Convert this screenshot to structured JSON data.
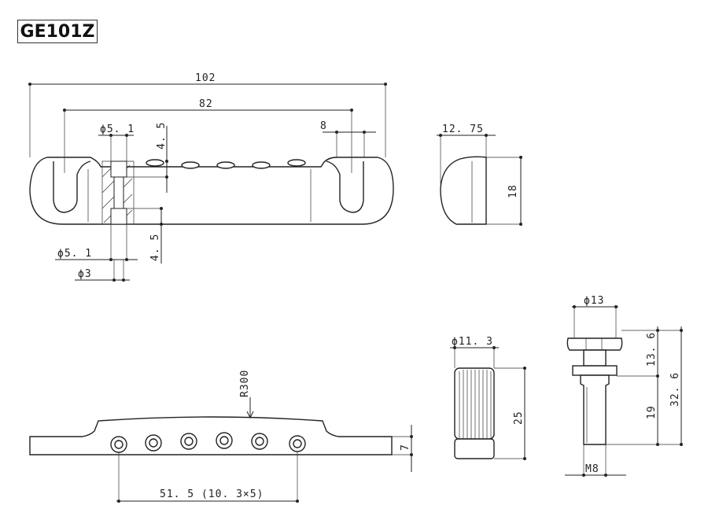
{
  "title": "GE101Z",
  "dimensions": {
    "top_total": "102",
    "top_span": "82",
    "slot_depth_top": "4. 5",
    "slot_depth_bottom": "4. 5",
    "hole_dia_top": "ϕ5. 1",
    "hole_dia_bottom": "ϕ5. 1",
    "hole_small": "ϕ3",
    "slot_width": "8",
    "side_width": "12. 75",
    "side_height": "18",
    "radius": "R300",
    "height_front": "7",
    "string_spacing": "51. 5 (10. 3×5)",
    "post_dia": "ϕ11. 3",
    "post_height": "25",
    "stud_head_dia": "ϕ13",
    "stud_upper": "13. 6",
    "stud_total": "32. 6",
    "stud_thread_len": "19",
    "stud_thread": "M8"
  }
}
